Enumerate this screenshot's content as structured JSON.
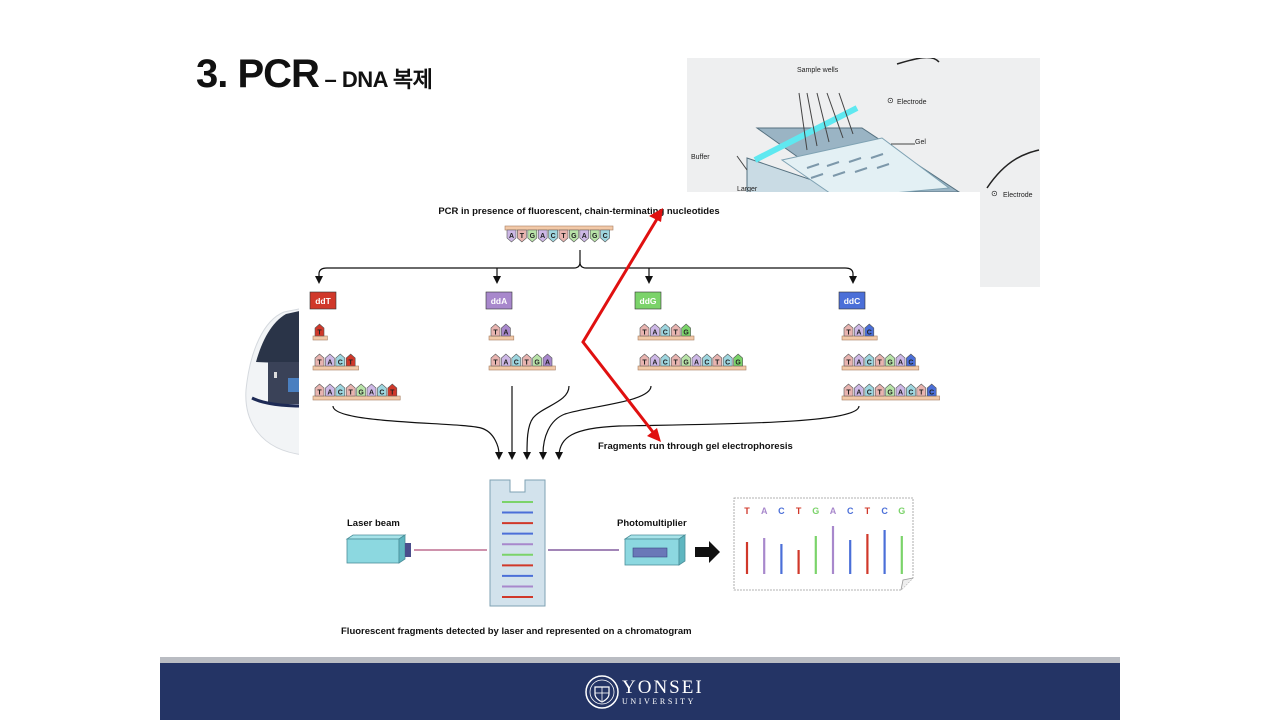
{
  "title": {
    "main": "3. PCR",
    "sub": " – DNA 복제"
  },
  "gel_photo": {
    "labels": {
      "sample_wells": "Sample wells",
      "electrode_top": "Electrode",
      "gel": "Gel",
      "buffer": "Buffer",
      "larger": "Larger",
      "electrode_bottom": "Electrode"
    },
    "electrode_symbol": "⊙"
  },
  "diagram": {
    "header": "PCR in presence of fluorescent, chain-terminating nucleotides",
    "template_letters": [
      "A",
      "T",
      "G",
      "A",
      "C",
      "T",
      "G",
      "A",
      "G",
      "C"
    ],
    "columns": [
      {
        "label": "ddT",
        "color": "#d0382a",
        "fragments": [
          [
            "T"
          ],
          [
            "T",
            "A",
            "C",
            "T"
          ],
          [
            "T",
            "A",
            "C",
            "T",
            "G",
            "A",
            "C",
            "T"
          ]
        ]
      },
      {
        "label": "ddA",
        "color": "#a888cc",
        "fragments": [
          [
            "T",
            "A"
          ],
          [
            "T",
            "A",
            "C",
            "T",
            "G",
            "A"
          ]
        ]
      },
      {
        "label": "ddG",
        "color": "#7bd36a",
        "fragments": [
          [
            "T",
            "A",
            "C",
            "T",
            "G"
          ],
          [
            "T",
            "A",
            "C",
            "T",
            "G",
            "A",
            "C",
            "T",
            "C",
            "G"
          ]
        ]
      },
      {
        "label": "ddC",
        "color": "#4b6fd8",
        "fragments": [
          [
            "T",
            "A",
            "C"
          ],
          [
            "T",
            "A",
            "C",
            "T",
            "G",
            "A",
            "C"
          ],
          [
            "T",
            "A",
            "C",
            "T",
            "G",
            "A",
            "C",
            "T",
            "C"
          ]
        ]
      }
    ],
    "base_colors": {
      "T": "#e8b4b0",
      "A": "#cdb8e6",
      "C": "#9ed6df",
      "G": "#b8e3a8"
    },
    "gel_label": "Fragments run through gel electrophoresis",
    "laser_label": "Laser beam",
    "photomultiplier_label": "Photomultiplier",
    "footer_caption": "Fluorescent fragments detected by laser and represented on a chromatogram",
    "chromatogram_letters": [
      "T",
      "A",
      "C",
      "T",
      "G",
      "A",
      "C",
      "T",
      "C",
      "G"
    ],
    "letter_colors": {
      "T": "#d0382a",
      "A": "#a888cc",
      "C": "#4b6fd8",
      "G": "#7bd36a"
    }
  },
  "footer": {
    "university": "YONSEI",
    "sub": "UNIVERSITY"
  }
}
